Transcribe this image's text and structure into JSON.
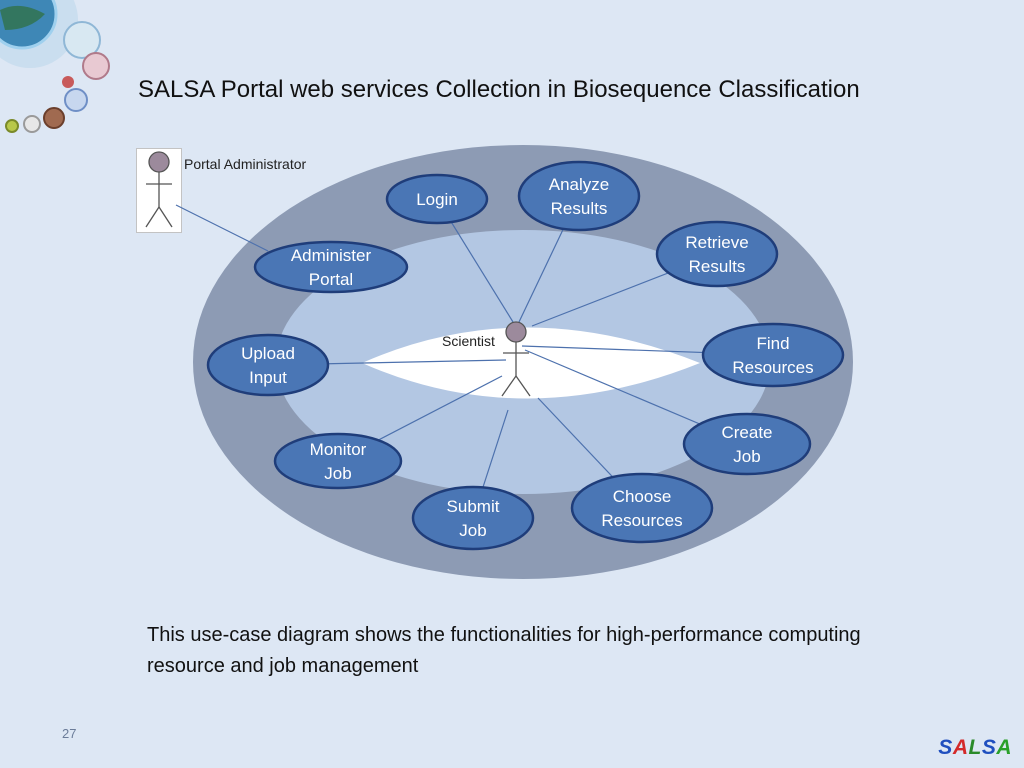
{
  "slide": {
    "title": "SALSA Portal web services Collection in Biosequence Classification",
    "caption": "This use-case diagram shows the functionalities for high-performance computing resource and job management",
    "page_number": "27",
    "logo_letters": [
      {
        "char": "S",
        "color": "#1f4fbf"
      },
      {
        "char": "A",
        "color": "#d42a2a"
      },
      {
        "char": "L",
        "color": "#2a8a2a"
      },
      {
        "char": "S",
        "color": "#1f4fbf"
      },
      {
        "char": "A",
        "color": "#2aa02a"
      }
    ]
  },
  "actors": {
    "admin": "Portal Administrator",
    "scientist": "Scientist"
  },
  "use_cases": [
    {
      "id": "login",
      "lines": [
        "Login"
      ]
    },
    {
      "id": "analyze-results",
      "lines": [
        "Analyze",
        "Results"
      ]
    },
    {
      "id": "retrieve-results",
      "lines": [
        "Retrieve",
        "Results"
      ]
    },
    {
      "id": "administer-portal",
      "lines": [
        "Administer",
        "Portal"
      ]
    },
    {
      "id": "find-resources",
      "lines": [
        "Find",
        "Resources"
      ]
    },
    {
      "id": "upload-input",
      "lines": [
        "Upload",
        "Input"
      ]
    },
    {
      "id": "create-job",
      "lines": [
        "Create",
        "Job"
      ]
    },
    {
      "id": "monitor-job",
      "lines": [
        "Monitor",
        "Job"
      ]
    },
    {
      "id": "choose-resources",
      "lines": [
        "Choose",
        "Resources"
      ]
    },
    {
      "id": "submit-job",
      "lines": [
        "Submit",
        "Job"
      ]
    }
  ],
  "colors": {
    "outer_ring": "#8d9bb4",
    "middle_ring": "#b3c7e3",
    "inner_core": "#ffffff",
    "use_case_fill": "#4a76b5",
    "use_case_border": "#1f3d7a",
    "connector": "#4d71ad"
  }
}
